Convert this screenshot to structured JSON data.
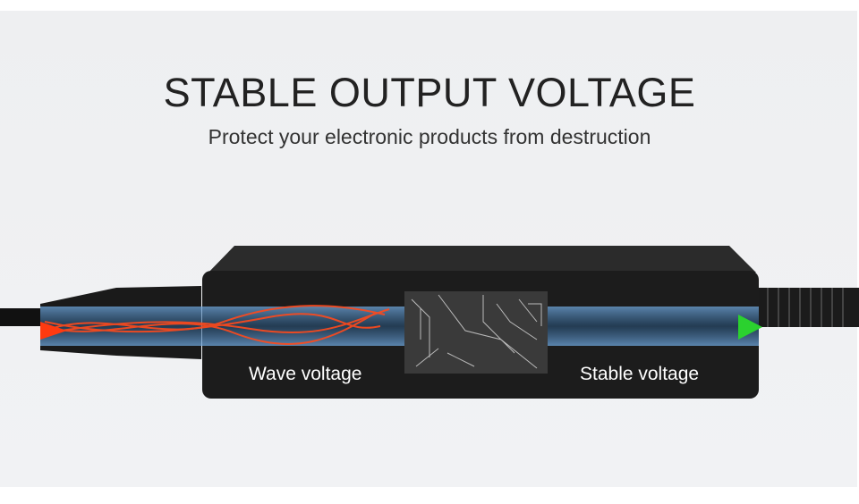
{
  "heading": "STABLE OUTPUT VOLTAGE",
  "subheading": "Protect your electronic products from destruction",
  "labels": {
    "input": "Wave voltage",
    "output": "Stable voltage"
  },
  "colors": {
    "background": "#eeeff1",
    "body": "#1c1c1c",
    "band": "#5a8fc4",
    "wave": "#ff4a1c",
    "arrow": "#35e03a"
  }
}
